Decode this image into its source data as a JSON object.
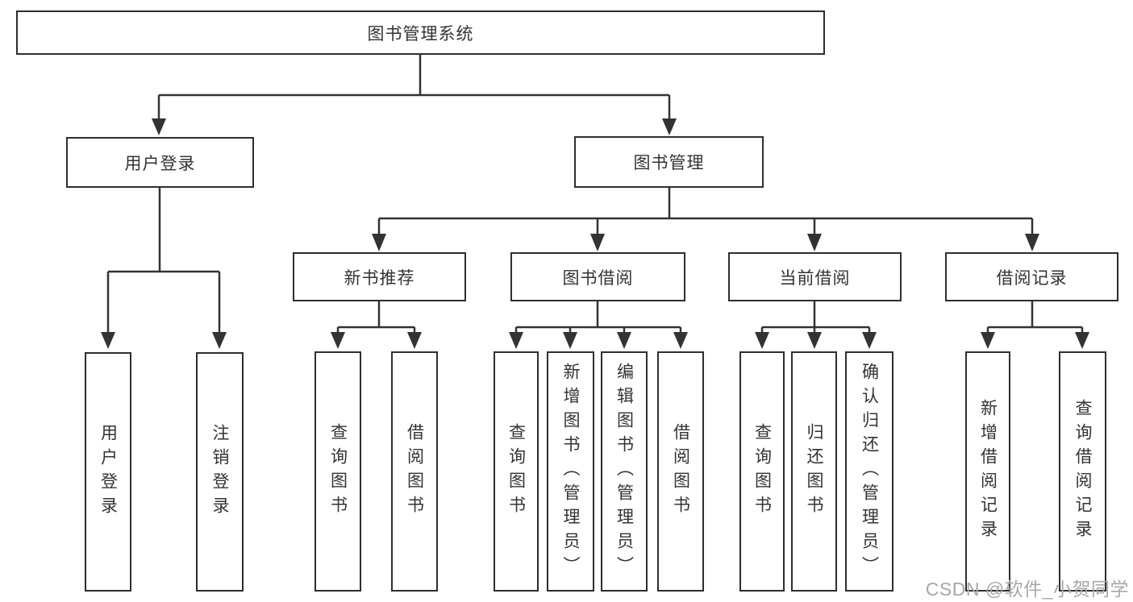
{
  "diagram": {
    "colors": {
      "background": "#ffffff",
      "line": "#333333",
      "box_border": "#2e2e2e",
      "text": "#333333",
      "watermark": "#a8a8a8"
    },
    "tree": {
      "root": {
        "label": "图书管理系统"
      },
      "branches": [
        {
          "label": "用户登录",
          "children": [
            {
              "label": "用户登录"
            },
            {
              "label": "注销登录"
            }
          ]
        },
        {
          "label": "图书管理",
          "sections": [
            {
              "label": "新书推荐",
              "children": [
                {
                  "label": "查询图书"
                },
                {
                  "label": "借阅图书"
                }
              ]
            },
            {
              "label": "图书借阅",
              "children": [
                {
                  "label": "查询图书"
                },
                {
                  "label": "新增图书（管理员）"
                },
                {
                  "label": "编辑图书（管理员）"
                },
                {
                  "label": "借阅图书"
                }
              ]
            },
            {
              "label": "当前借阅",
              "children": [
                {
                  "label": "查询图书"
                },
                {
                  "label": "归还图书"
                },
                {
                  "label": "确认归还（管理员）"
                }
              ]
            },
            {
              "label": "借阅记录",
              "children": [
                {
                  "label": "新增借阅记录"
                },
                {
                  "label": "查询借阅记录"
                }
              ]
            }
          ]
        }
      ]
    },
    "watermark": {
      "text": "CSDN @软件_小贺同学"
    }
  }
}
